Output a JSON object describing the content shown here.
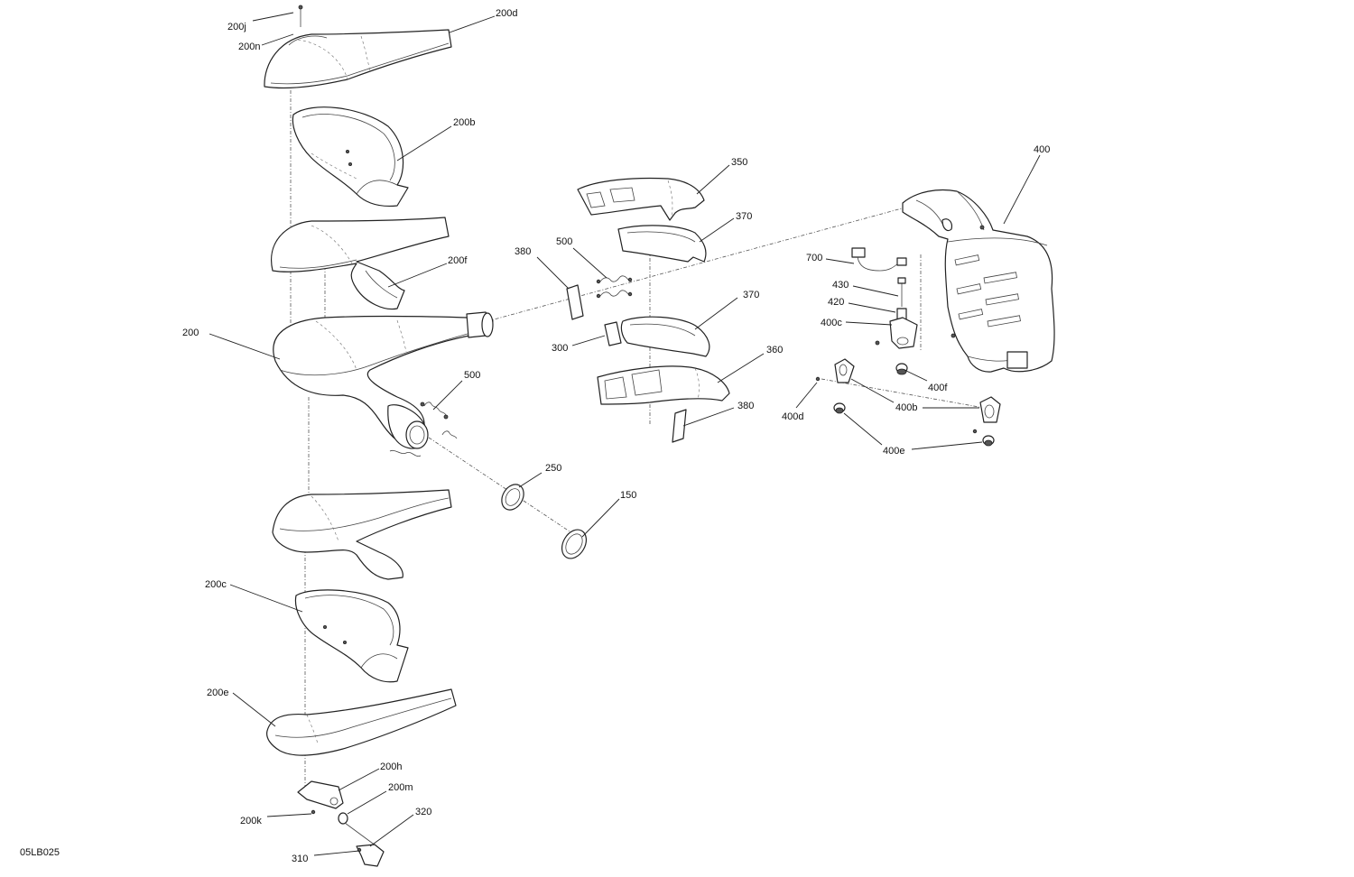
{
  "drawing_number": "05LB025",
  "callouts": {
    "c200d": "200d",
    "c200j": "200j",
    "c200n": "200n",
    "c200b": "200b",
    "c200f": "200f",
    "c200": "200",
    "c500a": "500",
    "c250": "250",
    "c150": "150",
    "c200c": "200c",
    "c200e": "200e",
    "c200h": "200h",
    "c200m": "200m",
    "c200k": "200k",
    "c320": "320",
    "c310": "310",
    "c350": "350",
    "c370a": "370",
    "c380a": "380",
    "c500b": "500",
    "c300": "300",
    "c370b": "370",
    "c360": "360",
    "c380b": "380",
    "c400": "400",
    "c700": "700",
    "c430": "430",
    "c420": "420",
    "c400c": "400c",
    "c400f": "400f",
    "c400b": "400b",
    "c400d": "400d",
    "c400e": "400e"
  }
}
